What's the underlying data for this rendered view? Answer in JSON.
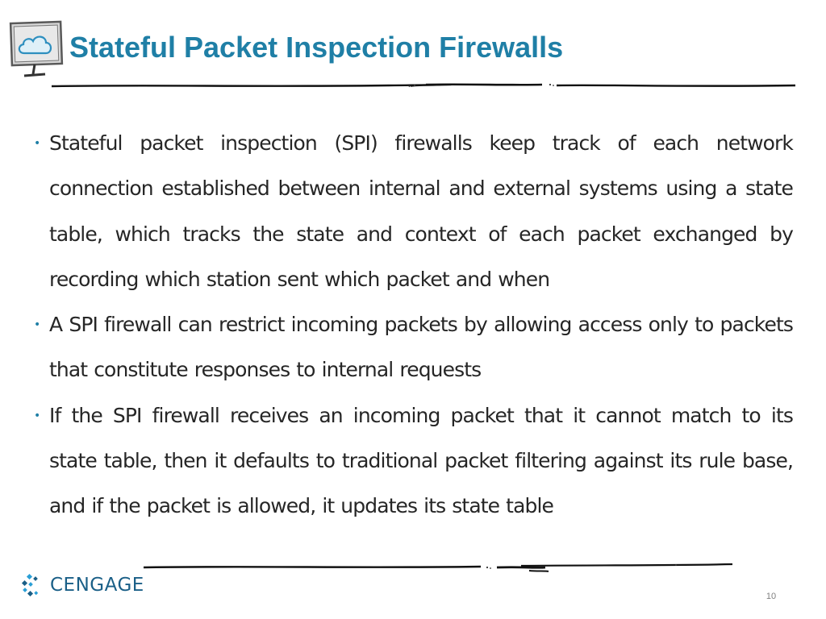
{
  "slide": {
    "title": "Stateful Packet Inspection Firewalls",
    "bullets": [
      "Stateful packet inspection (SPI) firewalls keep track of each network connection established between internal and external systems using a state table, which tracks the state and context of each packet exchanged by recording which station sent which packet and when",
      "A SPI firewall can restrict incoming packets by allowing access only to packets that constitute responses to internal requests",
      "If the SPI firewall receives an incoming packet that it cannot match to its state table, then it defaults to traditional packet filtering against its rule base, and if the packet is allowed, it updates its state table"
    ],
    "page_number": "10"
  },
  "branding": {
    "logo_text": "CENGAGE",
    "icon": "cloud-monitor-icon"
  },
  "colors": {
    "title": "#1f7fa6",
    "body_text": "#262626",
    "bullet": "#1f7fa6",
    "logo": "#1a5f87"
  }
}
